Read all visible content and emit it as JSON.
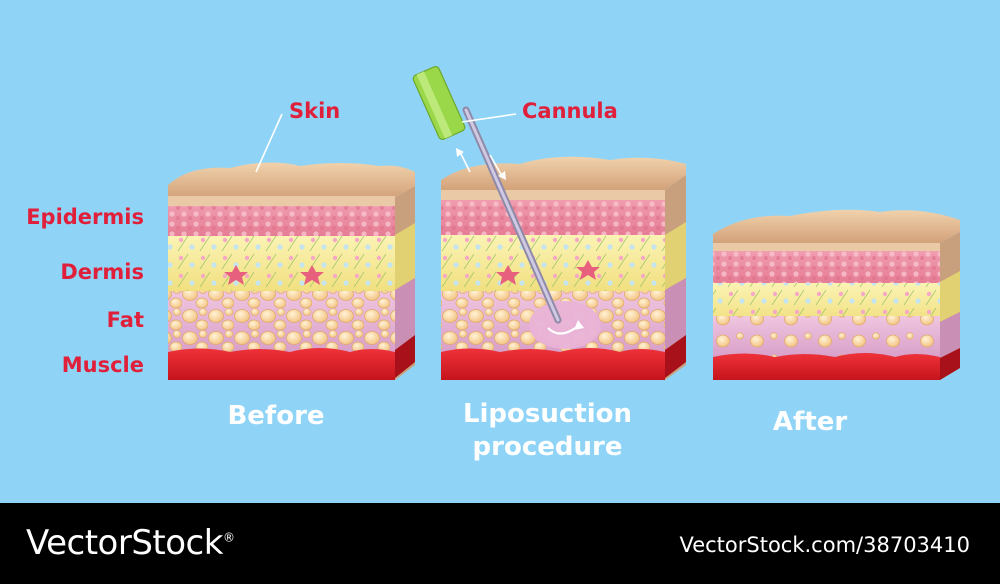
{
  "labels": {
    "skin": "Skin",
    "cannula": "Cannula",
    "epidermis": "Epidermis",
    "dermis": "Dermis",
    "fat": "Fat",
    "muscle": "Muscle"
  },
  "captions": {
    "before": "Before",
    "procedure_line1": "Liposuction",
    "procedure_line2": "procedure",
    "after": "After"
  },
  "footer": {
    "logo": "VectorStock",
    "logo_mark": "®",
    "image_id": "VectorStock.com/38703410"
  },
  "colors": {
    "background": "#8fd4f7",
    "label_red": "#e0203a",
    "skin_top": "#e3b98d",
    "epidermis": "#ec8ea3",
    "dermis": "#f7ec9e",
    "fat": "#e6b5d6",
    "fat_cells": "#f8d9a3",
    "muscle": "#e31b23",
    "cannula_tip": "#9ad84a"
  }
}
